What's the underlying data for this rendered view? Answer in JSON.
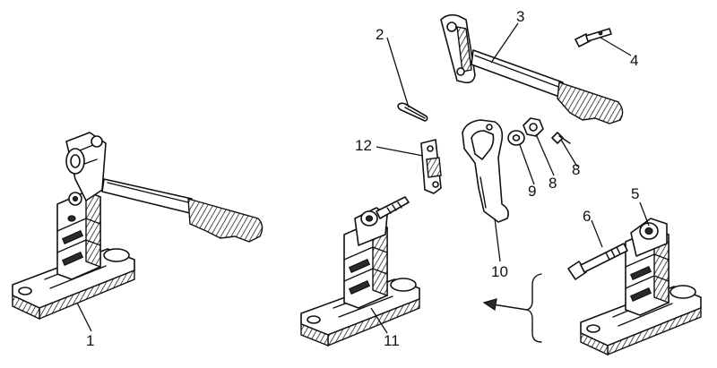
{
  "callouts": {
    "c1": "1",
    "c2": "2",
    "c3": "3",
    "c4": "4",
    "c5": "5",
    "c6": "6",
    "c8a": "8",
    "c8b": "8",
    "c9": "9",
    "c10": "10",
    "c11": "11",
    "c12": "12"
  }
}
